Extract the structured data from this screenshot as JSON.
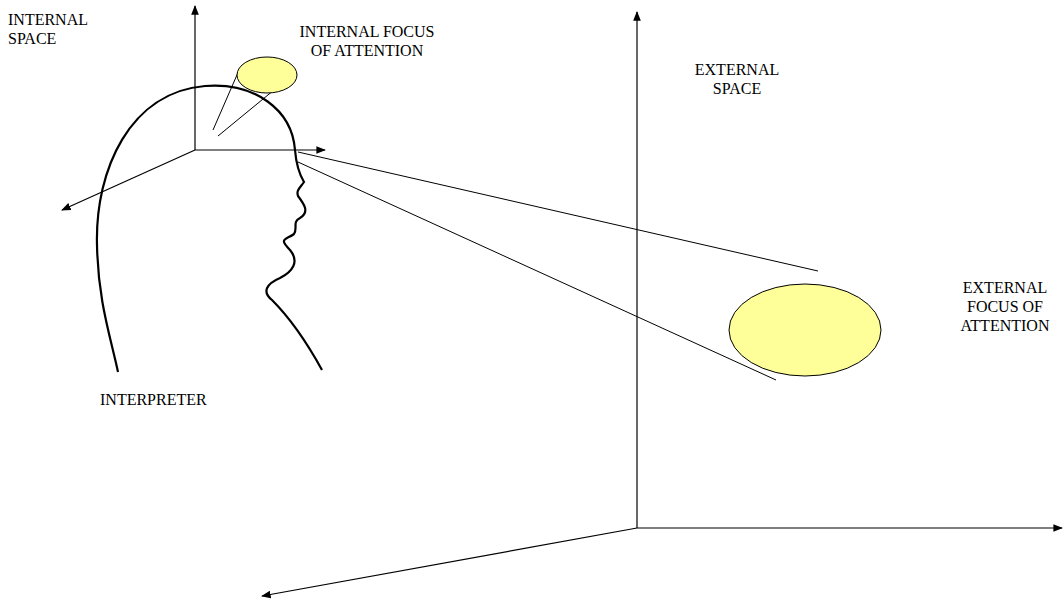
{
  "diagram": {
    "labels": [
      "INTERNAL SPACE",
      "INTERNAL FOCUS OF ATTENTION",
      "EXTERNAL SPACE",
      "EXTERNAL FOCUS OF ATTENTION",
      "INTERPRETER"
    ]
  }
}
